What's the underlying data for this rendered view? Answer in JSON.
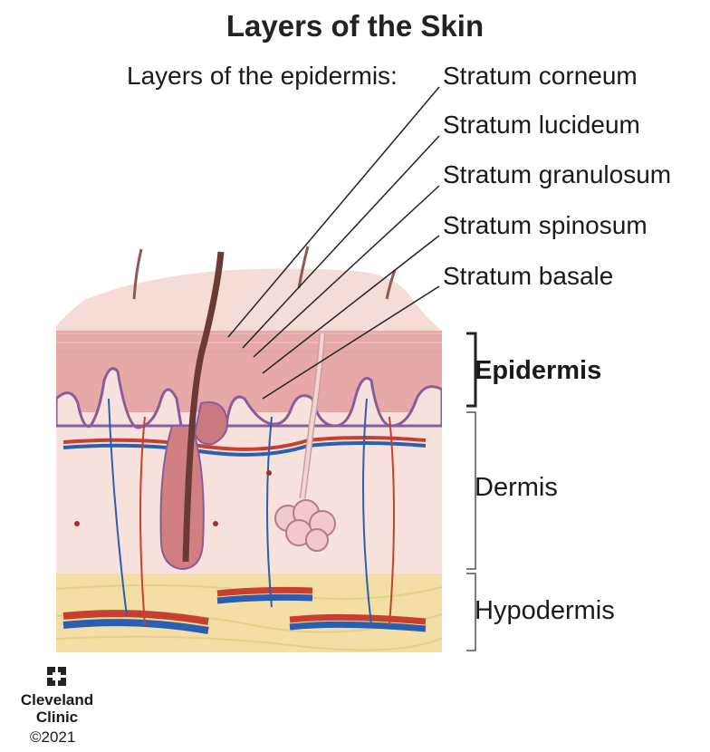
{
  "title": "Layers of the Skin",
  "subtitle": "Layers of the epidermis:",
  "epidermis_layers": [
    "Stratum corneum",
    "Stratum lucideum",
    "Stratum granulosum",
    "Stratum spinosum",
    "Stratum basale"
  ],
  "skin_layers": {
    "epidermis": "Epidermis",
    "dermis": "Dermis",
    "hypodermis": "Hypodermis"
  },
  "logo": {
    "line1": "Cleveland",
    "line2": "Clinic",
    "copyright": "©2021"
  },
  "colors": {
    "surface": "#f5dcd6",
    "epidermis": "#e7a9a8",
    "papillae_border": "#8a5c99",
    "dermis": "#f7e1dc",
    "hypodermis": "#f3dfa5",
    "vein": "#2a5fb0",
    "artery": "#c7402f",
    "hair": "#6a3b34"
  }
}
